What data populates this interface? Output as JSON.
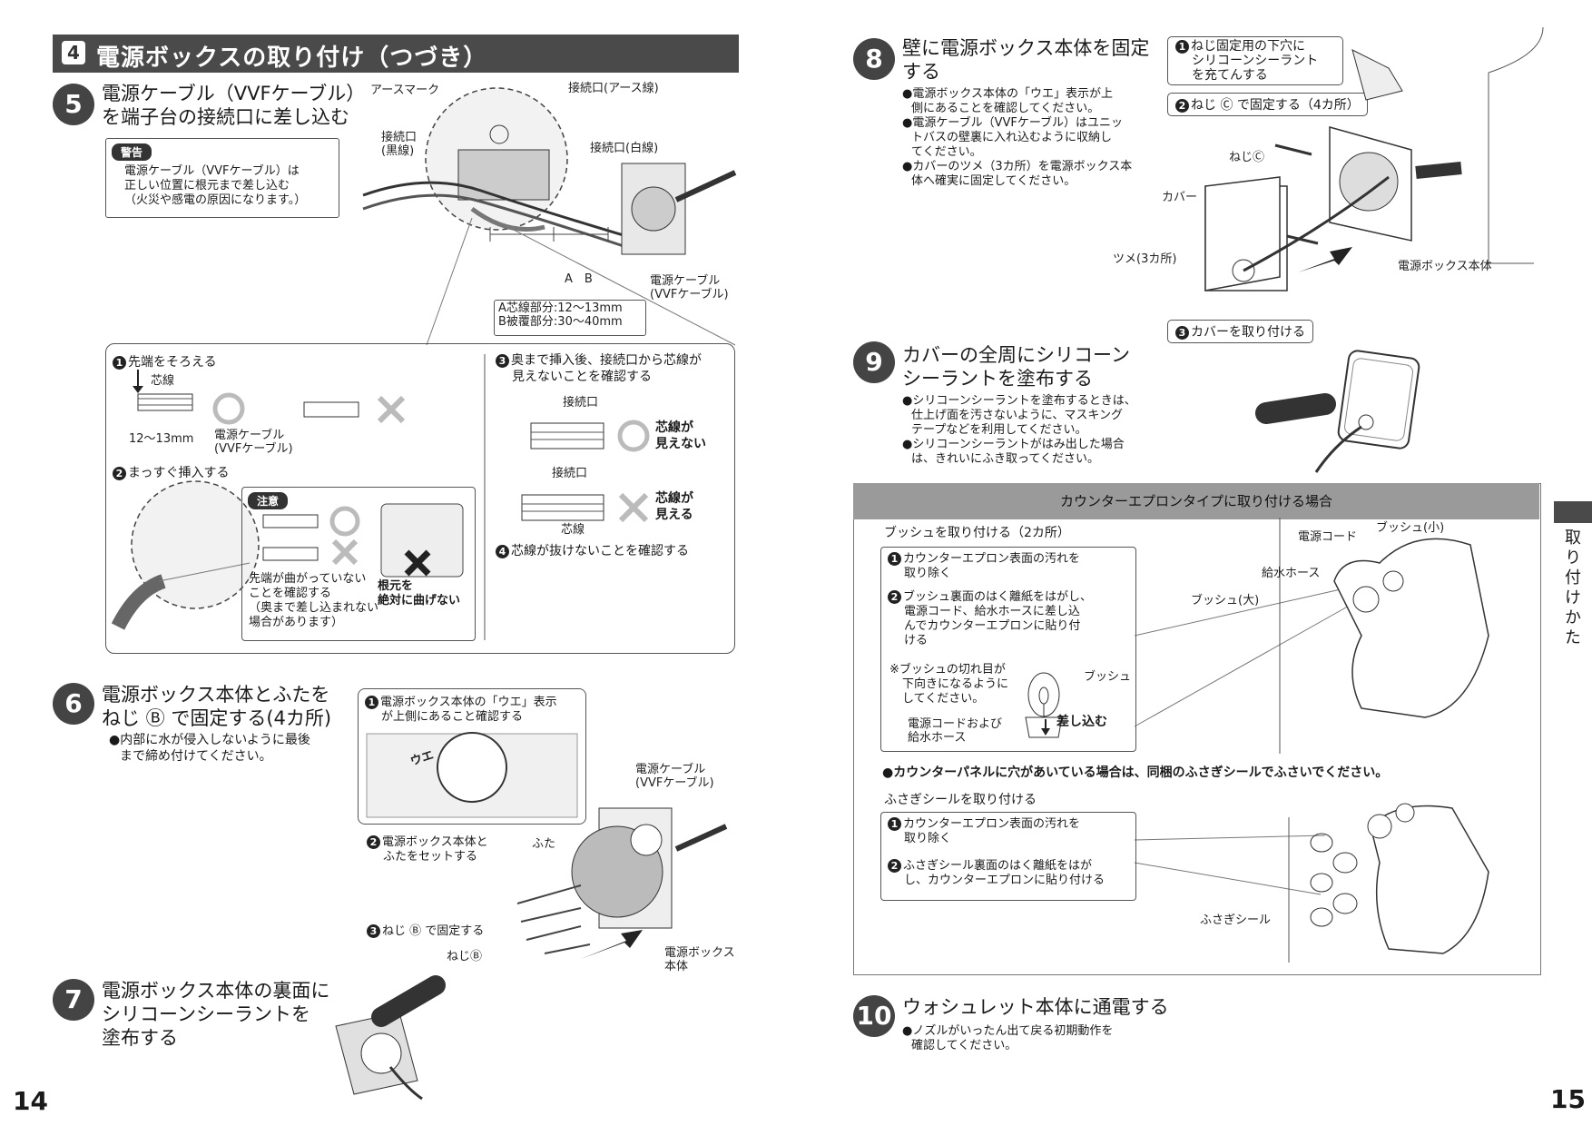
{
  "left_page": {
    "page_number": "14",
    "section": {
      "number": "4",
      "title": "電源ボックスの取り付け（つづき）"
    },
    "step5": {
      "number": "5",
      "title_line1": "電源ケーブル（VVFケーブル）",
      "title_line2": "を端子台の接続口に差し込む",
      "warning_badge": "警告",
      "warning_line1": "電源ケーブル（VVFケーブル）は",
      "warning_line2": "正しい位置に根元まで差し込む",
      "warning_line3": "（火災や感電の原因になります。）",
      "labels": {
        "earth_mark": "アースマーク",
        "port_earth": "接続口(アース線)",
        "port_black_1": "接続口",
        "port_black_2": "(黒線)",
        "port_white": "接続口(白線)",
        "cable_1": "電源ケーブル",
        "cable_2": "(VVFケーブル)",
        "ab": "A　B",
        "dim_a": "A芯線部分:12～13mm",
        "dim_b": "B被覆部分:30～40mm"
      },
      "detail": {
        "sub1_num": "1",
        "sub1": "先端をそろえる",
        "core": "芯線",
        "len": "12～13mm",
        "cable_1": "電源ケーブル",
        "cable_2": "(VVFケーブル)",
        "sub2_num": "2",
        "sub2": "まっすぐ挿入する",
        "caution_badge": "注意",
        "caution_1": "先端が曲がっていない",
        "caution_2": "ことを確認する",
        "caution_3": "（奥まで差し込まれない",
        "caution_4": "場合があります）",
        "root_1": "根元を",
        "root_2": "絶対に曲げない",
        "sub3_num": "3",
        "sub3_line1": "奥まで挿入後、接続口から芯線が",
        "sub3_line2": "見えないことを確認する",
        "port": "接続口",
        "ok_1": "芯線が",
        "ok_2": "見えない",
        "port2": "接続口",
        "ng_1": "芯線が",
        "ng_2": "見える",
        "core2": "芯線",
        "sub4_num": "4",
        "sub4": "芯線が抜けないことを確認する"
      }
    },
    "step6": {
      "number": "6",
      "title_line1": "電源ボックス本体とふたを",
      "title_line2": "ねじ Ⓑ で固定する(4カ所)",
      "bullet_1": "●内部に水が侵入しないように最後",
      "bullet_2": "まで締め付けてください。",
      "sub1_num": "1",
      "sub1_line1": "電源ボックス本体の「ウエ」表示",
      "sub1_line2": "が上側にあること確認する",
      "uwe": "ウエ",
      "sub2_num": "2",
      "sub2_line1": "電源ボックス本体と",
      "sub2_line2": "ふたをセットする",
      "lid": "ふた",
      "cable_1": "電源ケーブル",
      "cable_2": "(VVFケーブル)",
      "sub3_num": "3",
      "sub3": "ねじ Ⓑ で固定する",
      "screw_b": "ねじⒷ",
      "box_1": "電源ボックス",
      "box_2": "本体"
    },
    "step7": {
      "number": "7",
      "title_line1": "電源ボックス本体の裏面に",
      "title_line2": "シリコーンシーラントを",
      "title_line3": "塗布する"
    }
  },
  "right_page": {
    "page_number": "15",
    "side_tab": "取り付けかた",
    "step8": {
      "number": "8",
      "title_line1": "壁に電源ボックス本体を固定",
      "title_line2": "する",
      "b1_1": "●電源ボックス本体の「ウエ」表示が上",
      "b1_2": "側にあることを確認してください。",
      "b2_1": "●電源ケーブル（VVFケーブル）はユニッ",
      "b2_2": "トバスの壁裏に入れ込むように収納し",
      "b2_3": "てください。",
      "b3_1": "●カバーのツメ（3カ所）を電源ボックス本",
      "b3_2": "体へ確実に固定してください。",
      "tag1_num": "1",
      "tag1_line1": "ねじ固定用の下穴に",
      "tag1_line2": "シリコーンシーラント",
      "tag1_line3": "を充てんする",
      "tag2_num": "2",
      "tag2": "ねじ Ⓒ で固定する（4カ所）",
      "screw_c": "ねじⒸ",
      "cover": "カバー",
      "claw": "ツメ(3カ所)",
      "box_body": "電源ボックス本体",
      "tag3_num": "3",
      "tag3": "カバーを取り付ける"
    },
    "step9": {
      "number": "9",
      "title_line1": "カバーの全周にシリコーン",
      "title_line2": "シーラントを塗布する",
      "b1_1": "●シリコーンシーラントを塗布するときは、",
      "b1_2": "仕上げ面を汚さないように、マスキング",
      "b1_3": "テープなどを利用してください。",
      "b2_1": "●シリコーンシーラントがはみ出した場合",
      "b2_2": "は、きれいにふき取ってください。"
    },
    "counter": {
      "header": "カウンターエプロンタイプに取り付ける場合",
      "push_title": "ブッシュを取り付ける（2カ所）",
      "p1_num": "1",
      "p1_line1": "カウンターエプロン表面の汚れを",
      "p1_line2": "取り除く",
      "p2_num": "2",
      "p2_line1": "ブッシュ裏面のはく離紙をはがし、",
      "p2_line2": "電源コード、給水ホースに差し込",
      "p2_line3": "んでカウンターエプロンに貼り付",
      "p2_line4": "ける",
      "note_1": "※ブッシュの切れ目が",
      "note_2": "下向きになるように",
      "note_3": "してください。",
      "bush": "ブッシュ",
      "insert": "差し込む",
      "cord_hose_1": "電源コードおよび",
      "cord_hose_2": "給水ホース",
      "power_cord": "電源コード",
      "bush_small": "ブッシュ(小)",
      "water_hose": "給水ホース",
      "bush_large": "ブッシュ(大)",
      "panel_note": "●カウンターパネルに穴があいている場合は、同梱のふさぎシールでふさいでください。",
      "seal_title": "ふさぎシールを取り付ける",
      "s1_num": "1",
      "s1_line1": "カウンターエプロン表面の汚れを",
      "s1_line2": "取り除く",
      "s2_num": "2",
      "s2_line1": "ふさぎシール裏面のはく離紙をはが",
      "s2_line2": "し、カウンターエプロンに貼り付ける",
      "seal": "ふさぎシール"
    },
    "step10": {
      "number": "10",
      "title": "ウォシュレット本体に通電する",
      "b1_1": "●ノズルがいったん出て戻る初期動作を",
      "b1_2": "確認してください。"
    }
  }
}
